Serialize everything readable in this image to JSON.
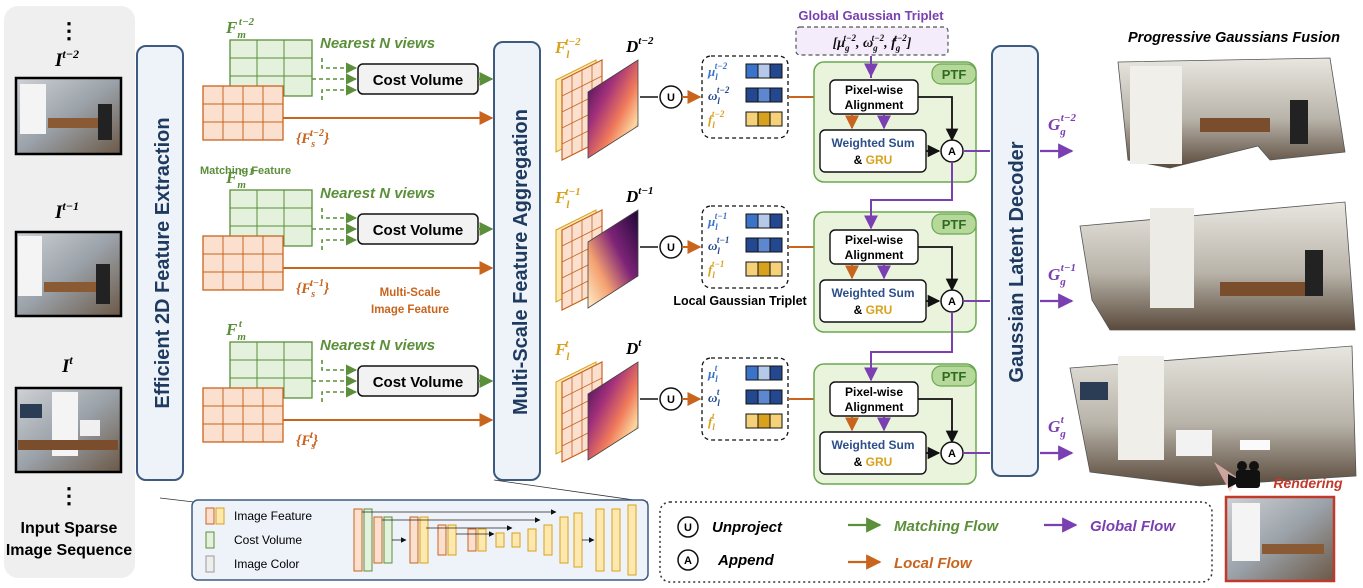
{
  "sequence": {
    "top_dots": "⋮",
    "bottom_dots": "⋮",
    "frames": [
      {
        "base": "I",
        "sup": "t−2"
      },
      {
        "base": "I",
        "sup": "t−1"
      },
      {
        "base": "I",
        "sup": "t"
      }
    ],
    "caption_line1": "Input Sparse",
    "caption_line2": "Image Sequence"
  },
  "extraction": {
    "label": "Efficient 2D Feature Extraction"
  },
  "rows": [
    {
      "fm_sup": "t−2",
      "fs_sup": "t−2",
      "fl_sup": "t−2",
      "d_sup": "t−2",
      "mu_sup": "t−2",
      "om_sup": "t−2",
      "f_sup": "t−2",
      "g_sup": "t−2"
    },
    {
      "fm_sup": "t−1",
      "fs_sup": "t−1",
      "fl_sup": "t−1",
      "d_sup": "t−1",
      "mu_sup": "t−1",
      "om_sup": "t−1",
      "f_sup": "t−1",
      "g_sup": "t−1"
    },
    {
      "fm_sup": "t",
      "fs_sup": "t",
      "fl_sup": "t",
      "d_sup": "t",
      "mu_sup": "t",
      "om_sup": "t",
      "f_sup": "t",
      "g_sup": "t"
    }
  ],
  "labels": {
    "nearest": "Nearest N views",
    "cost_volume": "Cost Volume",
    "matching_feature": "Matching Feature",
    "multiscale_line1": "Multi-Scale",
    "multiscale_line2": "Image Feature",
    "aggregation": "Multi-Scale Feature Aggregation",
    "unproject_symbol": "U",
    "append_symbol": "A",
    "local_triplet": "Local Gaussian Triplet",
    "global_triplet_title": "Global Gaussian Triplet",
    "ptf": "PTF",
    "pixel_wise_1": "Pixel-wise",
    "pixel_wise_2": "Alignment",
    "weighted_sum": "Weighted Sum",
    "and_gru_amp": "& ",
    "gru": "GRU",
    "decoder": "Gaussian Latent Decoder",
    "fusion_title": "Progressive Gaussians Fusion",
    "rendering": "Rendering"
  },
  "global_triplet": {
    "mu": "μ",
    "omega": "ω",
    "f": "f",
    "sub": "g",
    "sup": "t−2"
  },
  "legend_small": {
    "items": [
      "Image Feature",
      "Cost Volume",
      "Image Color"
    ]
  },
  "legend_flow": {
    "unproject": "Unproject",
    "append": "Append",
    "matching": "Matching Flow",
    "local": "Local Flow",
    "global": "Global Flow"
  },
  "colors": {
    "matching": "#5b8f3a",
    "local": "#c8641e",
    "global": "#7a3fb0",
    "blue_panel_fill": "#eef3fa",
    "blue_panel_stroke": "#3d5a80",
    "ptf_fill": "#eaf4dd",
    "ptf_stroke": "#6aa84f",
    "feature_fill": "#fbe0cf",
    "cost_fill": "#e4f1dc",
    "rendering_red": "#c0392b",
    "triplet_mu": "#3b73c8",
    "triplet_omega": "#24488f",
    "triplet_f": "#d8a21e"
  }
}
